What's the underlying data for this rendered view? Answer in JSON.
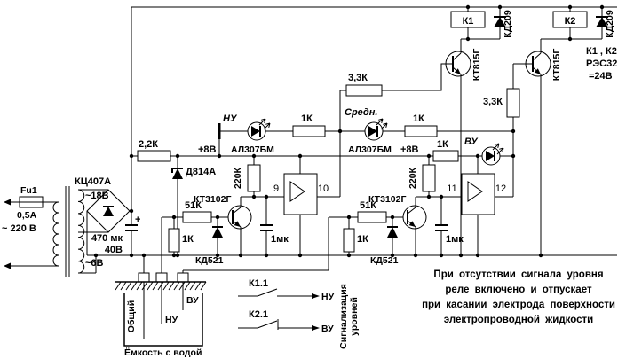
{
  "power": {
    "mains_label": "~ 220 В",
    "fuse_label": "Fu1",
    "fuse_rating": "0,5А",
    "secondary_18v": "~18В",
    "secondary_6v": "~6В",
    "bridge_label": "КЦ407А",
    "cap_plus": "+",
    "cap_value": "470 мк",
    "cap_voltage": "40В",
    "series_resistor": "2,2К",
    "zener_label": "Д814А"
  },
  "relay_stage": {
    "k1_label": "К1",
    "k2_label": "К2",
    "k1_diode": "КД209",
    "k2_diode": "КД209",
    "q1_label": "КТ815Г",
    "q2_label": "КТ815Г",
    "base_resistor_1": "3,3К",
    "base_resistor_2": "3,3К",
    "note_line1": "К1 , К2",
    "note_line2": "РЭС32",
    "note_line3": "=24В"
  },
  "indicators": {
    "led1_name": "НУ",
    "led2_name": "Средн.",
    "led3_name": "ВУ",
    "led1_resistor": "1К",
    "led2_resistor": "1К",
    "led3_resistor": "1К",
    "led1_type": "АЛ307БМ",
    "led2_type": "АЛ307БМ",
    "rail1_label": "+8В",
    "rail2_label": "+8В"
  },
  "channel1": {
    "collector_resistor": "220К",
    "transistor": "КТ3102Г",
    "input_resistor": "51К",
    "ground_resistor": "1К",
    "clamp_diode": "КД521",
    "capacitor": "1мк",
    "pin_in": "9",
    "pin_out": "10"
  },
  "channel2": {
    "collector_resistor": "220К",
    "transistor": "КТ3102Г",
    "input_resistor": "51К",
    "ground_resistor": "1К",
    "clamp_diode": "КД521",
    "capacitor": "1мк",
    "pin_in": "11",
    "pin_out": "12"
  },
  "tank": {
    "electrode_common": "Общий",
    "electrode_low": "НУ",
    "electrode_high": "ВУ",
    "caption": "Ёмкость с водой"
  },
  "contacts": {
    "k11_label": "К1.1",
    "k21_label": "К2.1",
    "out_low": "НУ",
    "out_high": "ВУ",
    "signal_line1": "Сигнализация",
    "signal_line2": "уровней"
  },
  "note": {
    "line1": "При отсутствии сигнала уровня",
    "line2": "реле включено и отпускает",
    "line3": "при касании электрода поверхности",
    "line4": "электропроводной жидкости"
  }
}
